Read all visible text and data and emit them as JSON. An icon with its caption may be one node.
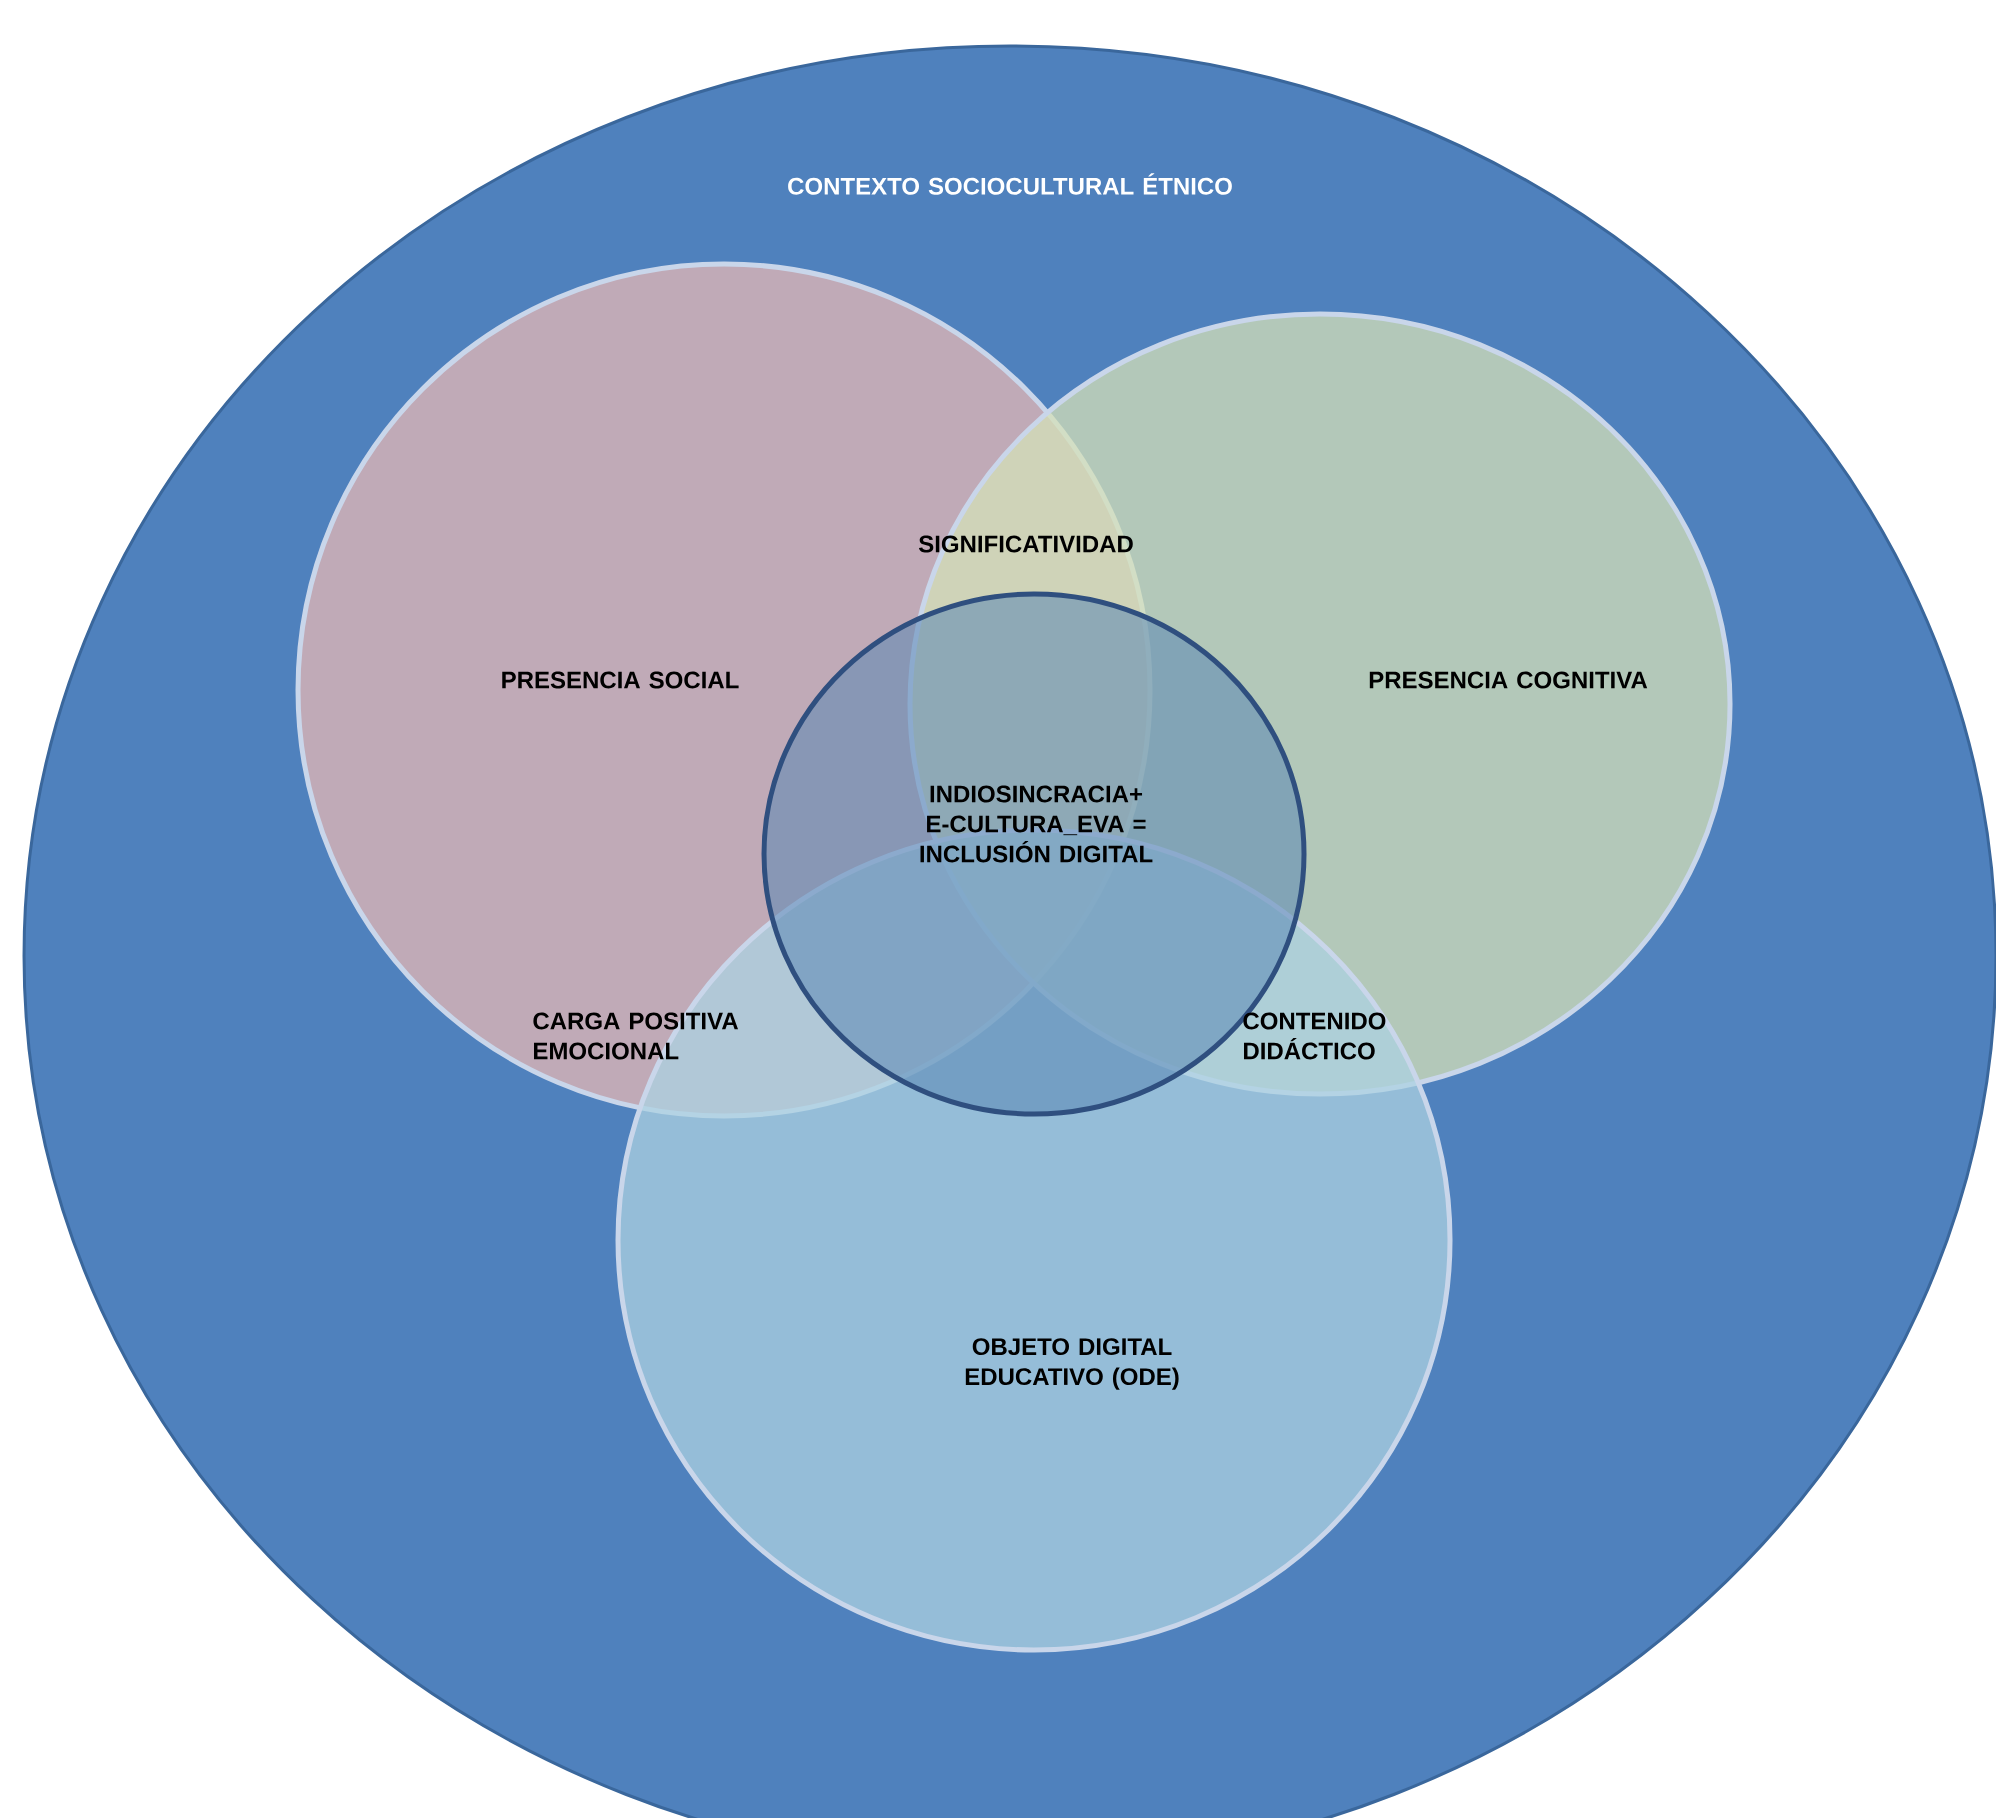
{
  "diagram": {
    "nodes": [
      {
        "text": [
          "CONTEXTO SOCIOCULTURAL ÉTNICO"
        ]
      },
      {
        "text": [
          "PRESENCIA SOCIAL"
        ],
        "in": 0
      },
      {
        "text": [
          "PRESENCIA COGNITIVA"
        ],
        "in": 0
      },
      {
        "text": [
          "OBJETO DIGITAL EDUCATIVO (ODE)"
        ],
        "in": 0
      },
      {
        "text": [
          "INDIOSINCRACIA+ E-CULTURA_EVA = INCLUSIÓN DIGITAL"
        ],
        "in": 0
      }
    ],
    "labels": [
      "SIGNIFICATIVIDAD",
      "CARGA POSITIVA EMOCIONAL",
      "CONTENIDO DIDÁCTICO"
    ]
  }
}
